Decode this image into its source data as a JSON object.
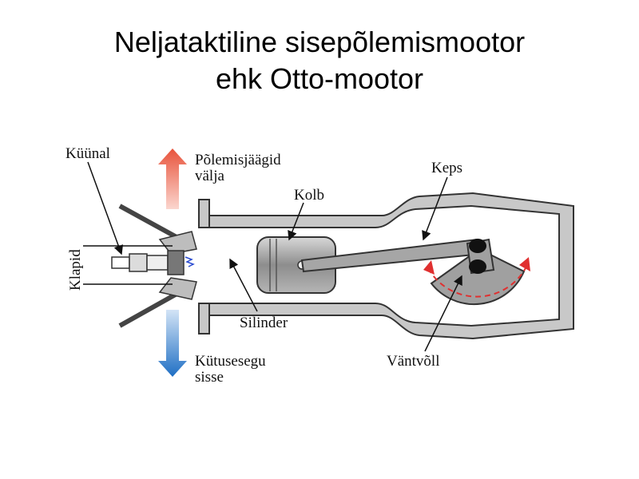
{
  "title": {
    "line1": "Neljataktiline sisepõlemismootor",
    "line2": "ehk Otto-mootor"
  },
  "diagram": {
    "labels": {
      "spark_plug": "Küünal",
      "exhaust": "Põlemisjäägid",
      "exhaust_out": "välja",
      "connecting_rod": "Keps",
      "piston": "Kolb",
      "valves": "Klapid",
      "cylinder": "Silinder",
      "fuel_mix": "Kütusesegu",
      "fuel_in": "sisse",
      "crankshaft": "Väntvõll"
    },
    "colors": {
      "exhaust_arrow": "#e8533b",
      "intake_arrow": "#1f6fc4",
      "rotation": "#e03030",
      "metal": "#bfbfbf",
      "piston": "#9a9a9a",
      "outline": "#333333"
    }
  }
}
